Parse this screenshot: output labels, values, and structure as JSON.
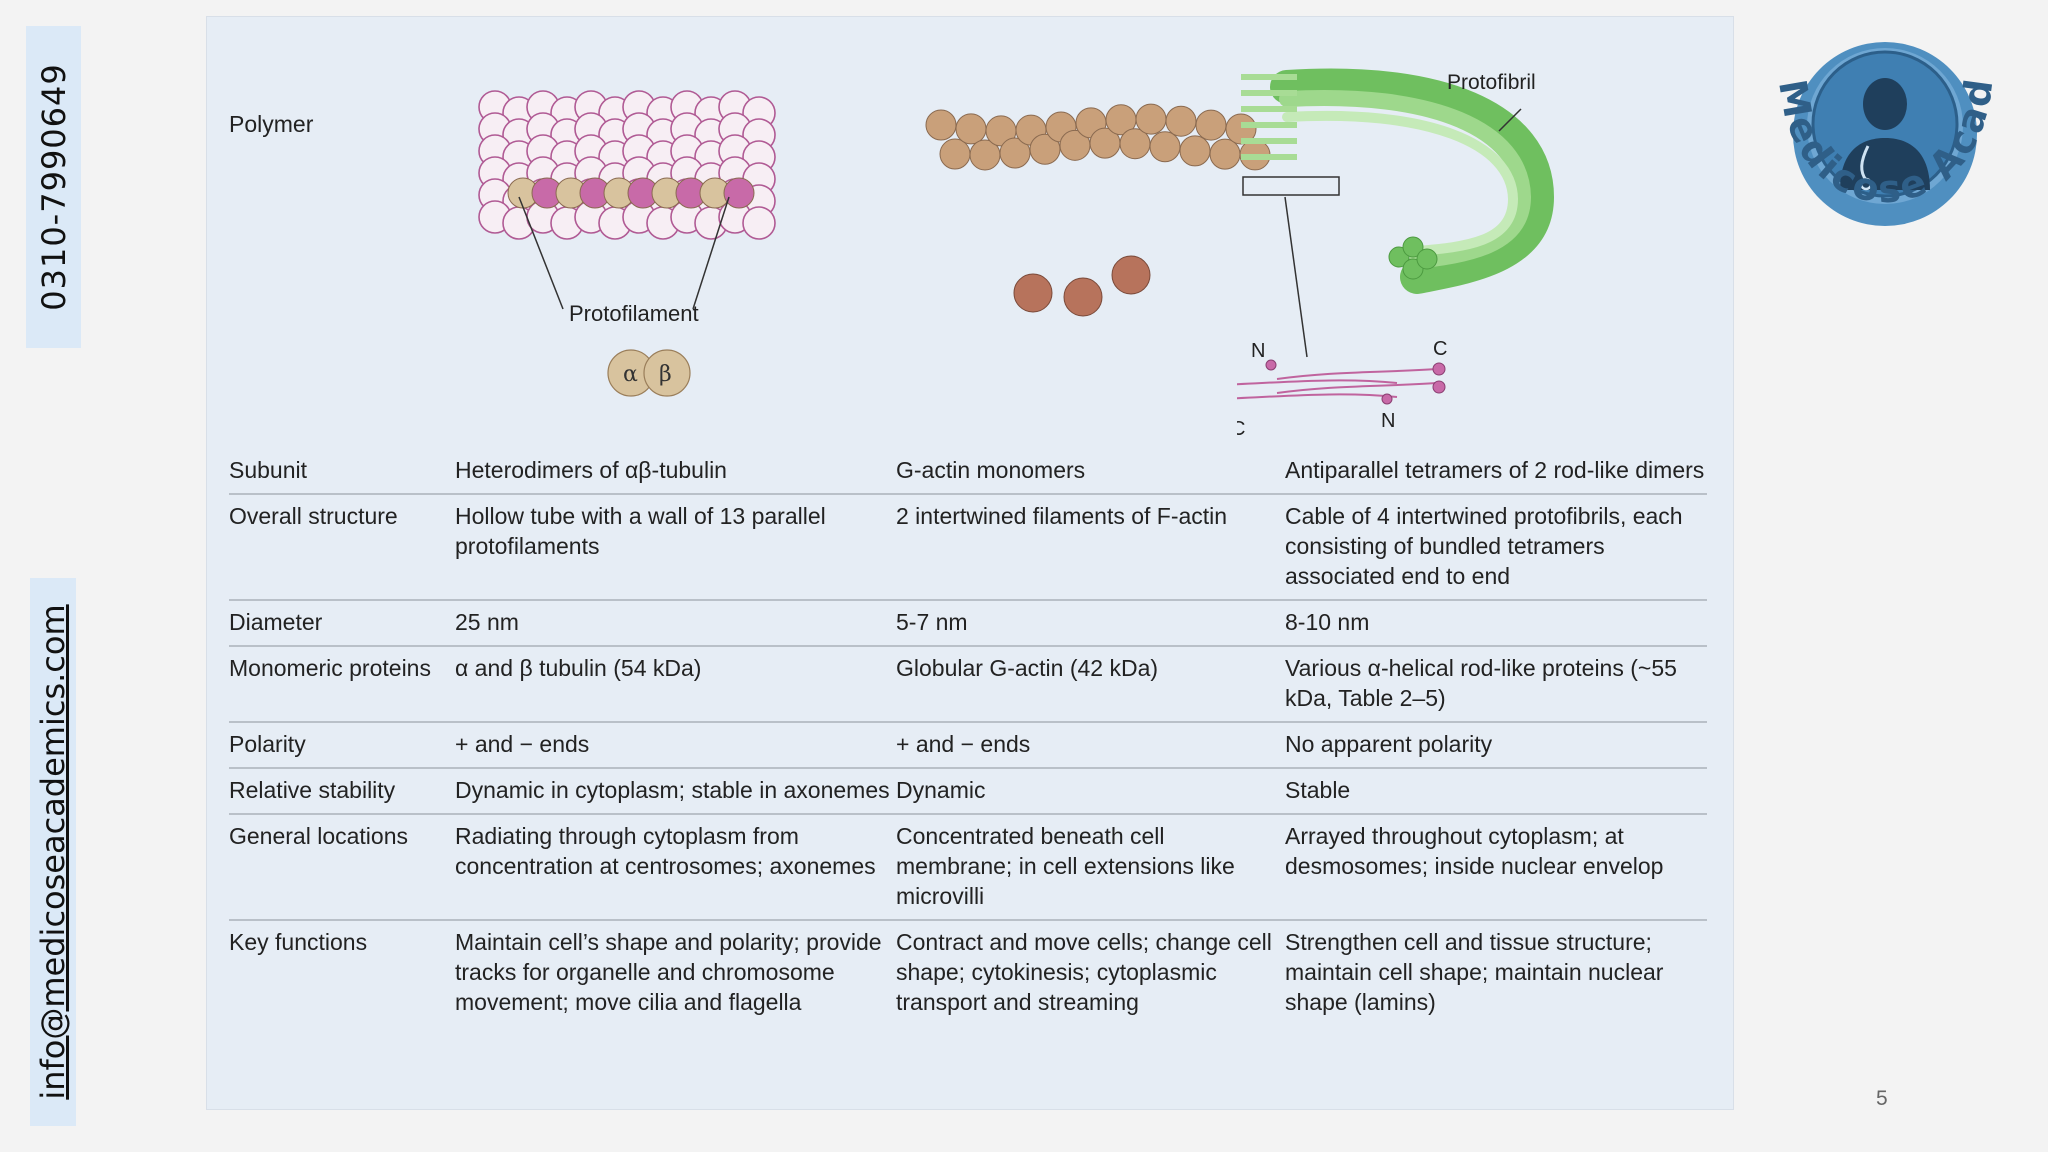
{
  "sidebar": {
    "phone": "0310-7990649",
    "email": "info@medicoseacademics.com"
  },
  "figure": {
    "row_label": "Polymer",
    "microtubule_label": "Protofilament",
    "alpha": "α",
    "beta": "β",
    "intermediate_label": "Protofibril",
    "n_left": "N",
    "c_right": "C",
    "c_left": "C",
    "n_right": "N"
  },
  "table": {
    "rows": [
      {
        "label": "Subunit",
        "cells": [
          "Heterodimers of αβ-tubulin",
          "G-actin monomers",
          "Antiparallel tetramers of 2 rod-like dimers"
        ]
      },
      {
        "label": "Overall structure",
        "cells": [
          "Hollow tube with a wall of 13 parallel protofilaments",
          "2 intertwined filaments of F-actin",
          "Cable of 4 intertwined protofibrils, each consisting of bundled tetramers associated end to end"
        ]
      },
      {
        "label": "Diameter",
        "cells": [
          "25 nm",
          "5-7 nm",
          "8-10 nm"
        ]
      },
      {
        "label": "Monomeric proteins",
        "cells": [
          "α and β tubulin (54 kDa)",
          "Globular G-actin (42 kDa)",
          "Various α-helical rod-like proteins (~55 kDa, Table 2–5)"
        ]
      },
      {
        "label": "Polarity",
        "cells": [
          "+ and − ends",
          "+ and − ends",
          "No apparent polarity"
        ]
      },
      {
        "label": "Relative stability",
        "cells": [
          "Dynamic in cytoplasm; stable in axonemes",
          "Dynamic",
          "Stable"
        ]
      },
      {
        "label": "General locations",
        "cells": [
          "Radiating through cytoplasm from concentration at centrosomes; axonemes",
          "Concentrated beneath cell membrane; in cell extensions like microvilli",
          "Arrayed throughout cytoplasm; at desmosomes; inside nuclear envelop"
        ]
      },
      {
        "label": "Key functions",
        "cells": [
          "Maintain cell’s shape and polarity; provide tracks for organelle and chromosome movement; move cilia and flagella",
          "Contract and move cells; change cell shape; cytokinesis; cytoplasmic transport and streaming",
          "Strengthen cell and tissue structure; maintain cell shape; maintain nuclear shape (lamins)"
        ]
      }
    ]
  },
  "logo": {
    "text": "Medicose Academics"
  },
  "page_number": "5",
  "colors": {
    "panel_bg": "#e6edf5",
    "tubulin_alpha": "#d8c39e",
    "tubulin_beta": "#c86aa8",
    "actin": "#c9a07a",
    "g_actin": "#b7735c",
    "protofibril": "#8fcf7a",
    "logo_blue": "#4f8fc0"
  }
}
